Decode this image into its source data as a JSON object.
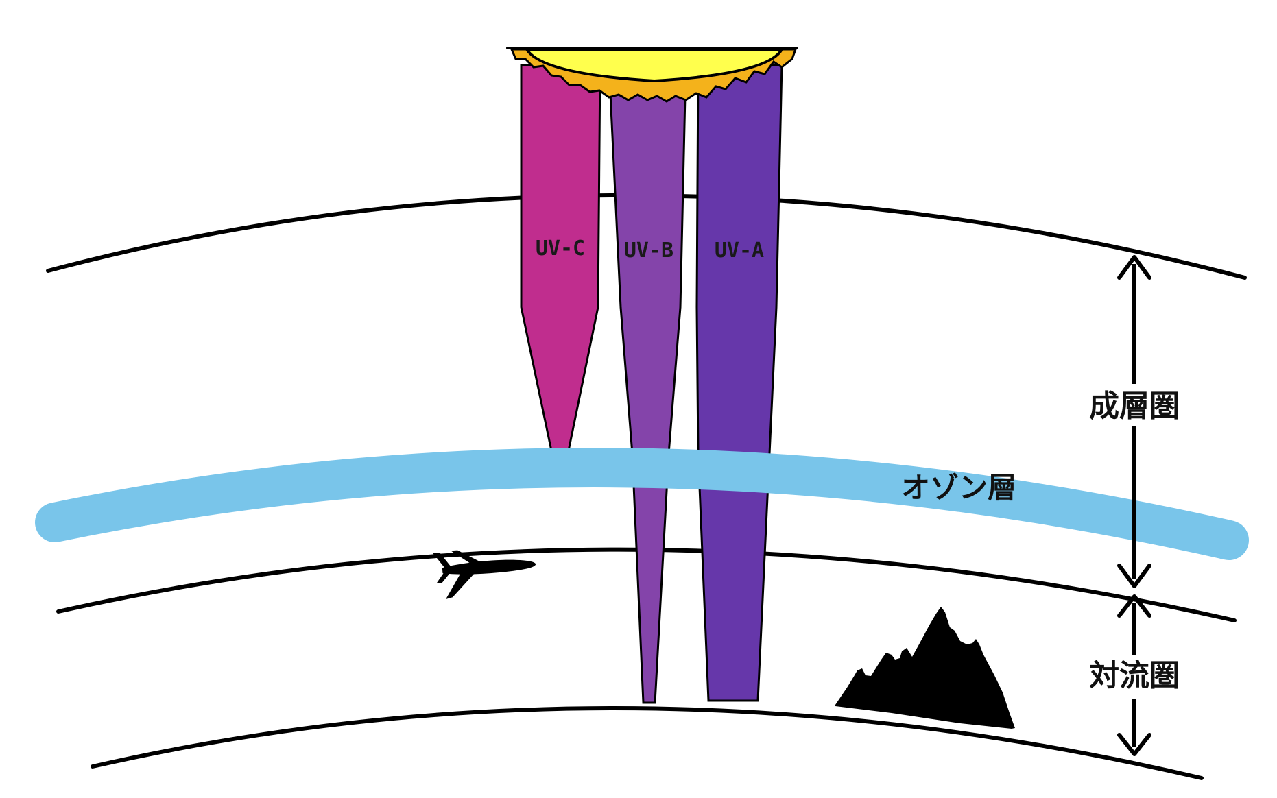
{
  "colors": {
    "background": "#ffffff",
    "line": "#000000",
    "ozone": "#79c5ea",
    "sun_core": "#ffff4d",
    "sun_rim": "#f4b21b",
    "uv_c": "#c02d8e",
    "uv_b": "#8444aa",
    "uv_a": "#6637aa"
  },
  "icons": {
    "sun": "sun-icon",
    "airplane": "airplane-icon",
    "mountain": "mountain-icon",
    "arrow": "double-arrow-icon"
  },
  "rays": [
    {
      "id": "uv-c",
      "label": "UV-C"
    },
    {
      "id": "uv-b",
      "label": "UV-B"
    },
    {
      "id": "uv-a",
      "label": "UV-A"
    }
  ],
  "ozone": {
    "label": "オゾン層"
  },
  "layers": {
    "stratosphere": "成層圏",
    "troposphere": "対流圏"
  }
}
